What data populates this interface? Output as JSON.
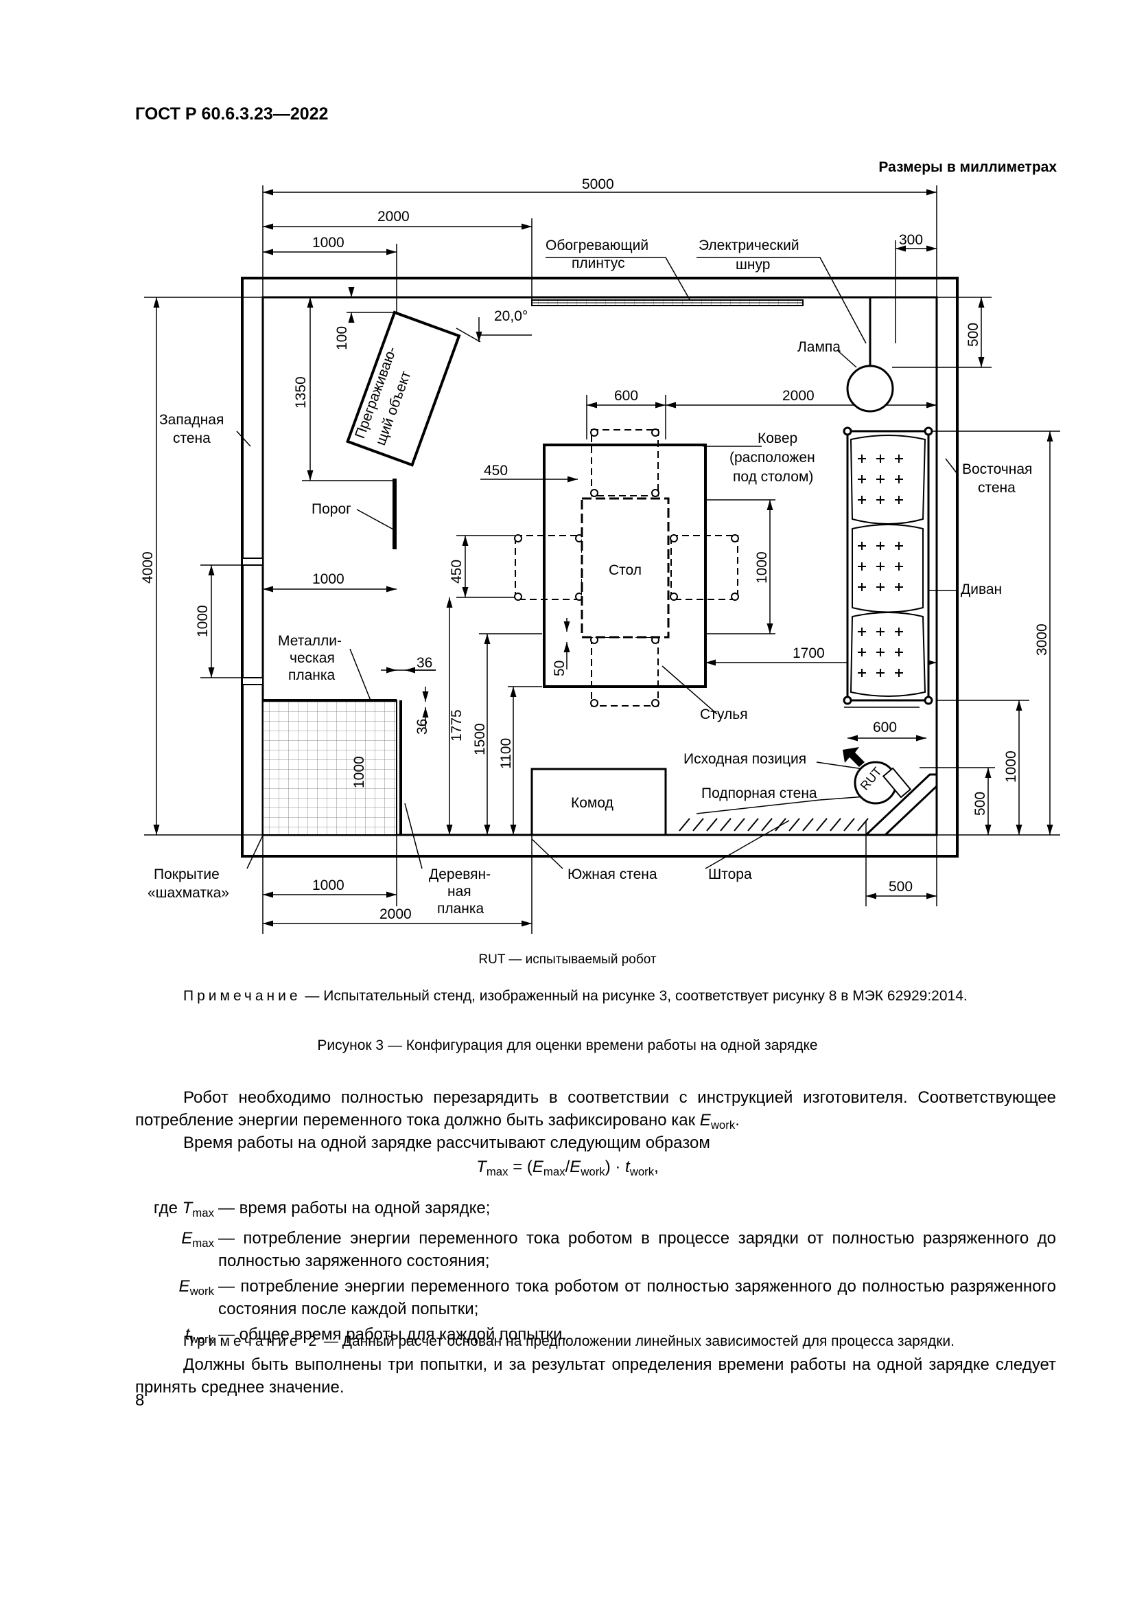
{
  "header": {
    "standard": "ГОСТ Р 60.6.3.23—2022"
  },
  "figure": {
    "units_note": "Размеры в миллиметрах",
    "dims": {
      "d5000": "5000",
      "d2000_top": "2000",
      "d1000_top": "1000",
      "d300": "300",
      "d100": "100",
      "angle": "20,0°",
      "d1350": "1350",
      "d600_top": "600",
      "d2000_mid": "2000",
      "d500_right": "500",
      "d450_h": "450",
      "d450_v": "450",
      "d1000_table": "1000",
      "d1000_mid": "1000",
      "d4000": "4000",
      "d1000_west": "1000",
      "d3000": "3000",
      "d36_h": "36",
      "d36_v": "36",
      "d1775": "1775",
      "d1500": "1500",
      "d1100": "1100",
      "d1000_chk": "1000",
      "d50": "50",
      "d1700": "1700",
      "d600_sofa": "600",
      "d1000_se": "1000",
      "d500_se": "500",
      "d1000_bottom": "1000",
      "d2000_bottom": "2000",
      "d500_bottom": "500"
    },
    "labels": {
      "heater_1": "Обогревающий",
      "heater_2": "плинтус",
      "cord_1": "Электрический",
      "cord_2": "шнур",
      "lamp": "Лампа",
      "obstacle_1": "Преграживаю-",
      "obstacle_2": "щий объект",
      "west_1": "Западная",
      "west_2": "стена",
      "carpet_1": "Ковер",
      "carpet_2": "(расположен",
      "carpet_3": "под столом)",
      "east_1": "Восточная",
      "east_2": "стена",
      "threshold": "Порог",
      "table": "Стол",
      "sofa": "Диван",
      "metal_1": "Металли-",
      "metal_2": "ческая",
      "metal_3": "планка",
      "chairs": "Стулья",
      "start_pos": "Исходная позиция",
      "rut": "RUT",
      "support_wall": "Подпорная стена",
      "dresser": "Комод",
      "checker_1": "Покрытие",
      "checker_2": "«шахматка»",
      "wood_1": "Деревян-",
      "wood_2": "ная",
      "wood_3": "планка",
      "south": "Южная стена",
      "curtain": "Штора"
    },
    "legend": "RUT — испытываемый робот",
    "note": {
      "prefix": "Примечание",
      "text": " — Испытательный стенд, изображенный на рисунке 3, соответствует рисунку 8 в МЭК 62929:2014."
    },
    "caption": "Рисунок 3 — Конфигурация для оценки времени работы на одной зарядке"
  },
  "text": {
    "p1_main": "Робот необходимо полностью перезарядить в соответствии с инструкцией изготовителя. Соответствующее потребление энергии переменного тока должно быть зафиксировано как ",
    "p1_var": "E",
    "p1_sub": "work",
    "p1_end": ".",
    "p2": "Время работы на одной зарядке рассчитывают следующим образом",
    "formula": {
      "T": "T",
      "T_sub": "max",
      "eq": " = (",
      "E1": "E",
      "E1_sub": "max",
      "slash": "/",
      "E2": "E",
      "E2_sub": "work",
      "close": ") · ",
      "t": "t",
      "t_sub": "work",
      "end": ","
    },
    "defs": [
      {
        "pre": "где ",
        "var": "T",
        "sub": "max",
        "desc": "— время работы на одной зарядке;"
      },
      {
        "pre": "",
        "var": "E",
        "sub": "max",
        "desc": "— потребление энергии переменного тока роботом в процессе зарядки от полностью разряженного до полностью заряженного состояния;"
      },
      {
        "pre": "",
        "var": "E",
        "sub": "work",
        "desc": "— потребление энергии переменного тока роботом от полностью заряженного до полностью разряженного состояния после каждой попытки;"
      },
      {
        "pre": "",
        "var": "t",
        "sub": "work",
        "desc": "— общее время работы для каждой попытки."
      }
    ],
    "p3": "Должны быть выполнены три попытки, и за результат определения времени работы на одной зарядке следует принять среднее значение.",
    "note2": {
      "prefix": "Примечание 2",
      "text": " — Данный расчет основан на предположении линейных зависимостей для процесса зарядки."
    }
  },
  "page_number": "8"
}
